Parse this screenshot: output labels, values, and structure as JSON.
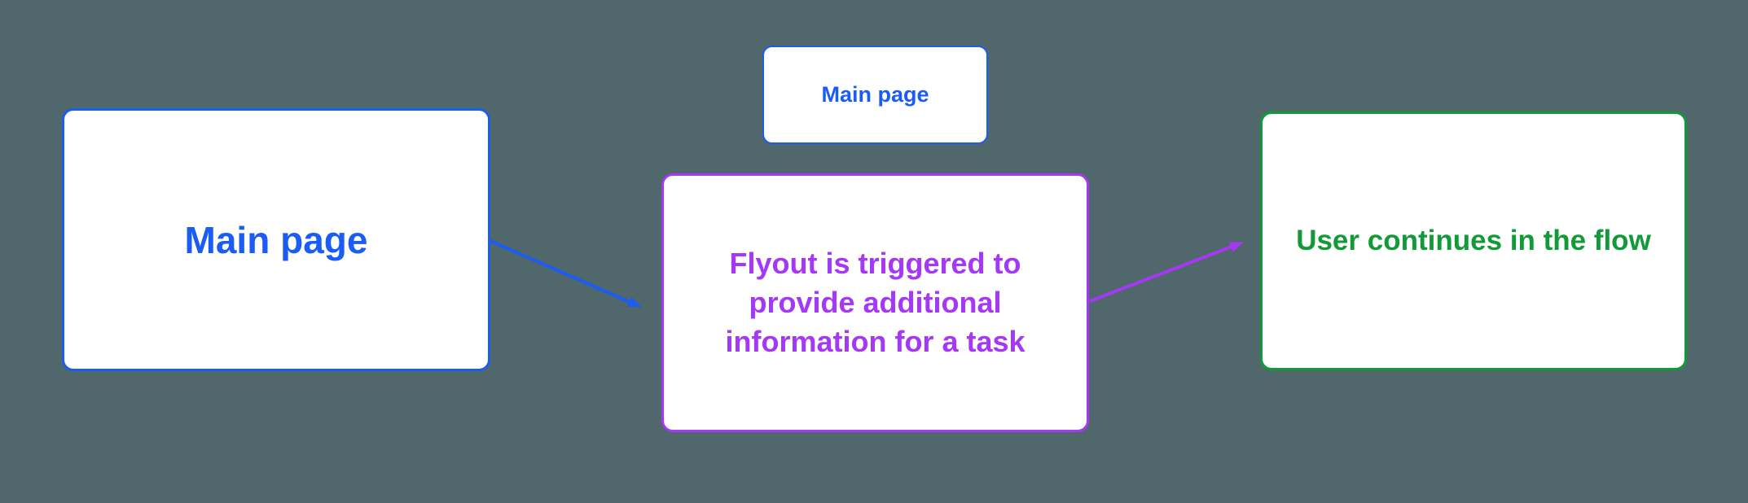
{
  "diagram": {
    "background_color": "#50676B",
    "nodes": [
      {
        "id": "main-page-left",
        "label": "Main page",
        "color": "#1B5CF3"
      },
      {
        "id": "main-page-small",
        "label": "Main page",
        "color": "#1B5CF3"
      },
      {
        "id": "flyout",
        "label": "Flyout is triggered to provide additional information for a task",
        "color": "#A438F5"
      },
      {
        "id": "user-flow",
        "label": "User continues in the flow",
        "color": "#129A38"
      }
    ],
    "edges": [
      {
        "from": "main-page-left",
        "to": "flyout",
        "color": "#1B5CF3"
      },
      {
        "from": "flyout",
        "to": "user-flow",
        "color": "#A438F5"
      }
    ]
  }
}
